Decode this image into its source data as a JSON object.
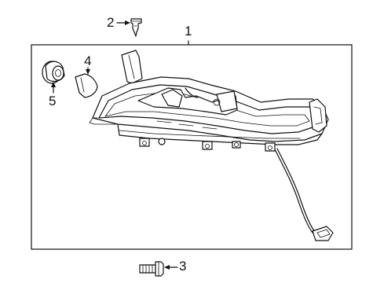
{
  "diagram": {
    "callouts": [
      {
        "id": "1",
        "label": "1",
        "part": "fog-lamp-assembly"
      },
      {
        "id": "2",
        "label": "2",
        "part": "push-clip"
      },
      {
        "id": "3",
        "label": "3",
        "part": "mounting-bolt"
      },
      {
        "id": "4",
        "label": "4",
        "part": "lamp-bulb"
      },
      {
        "id": "5",
        "label": "5",
        "part": "bulb-socket"
      }
    ]
  }
}
